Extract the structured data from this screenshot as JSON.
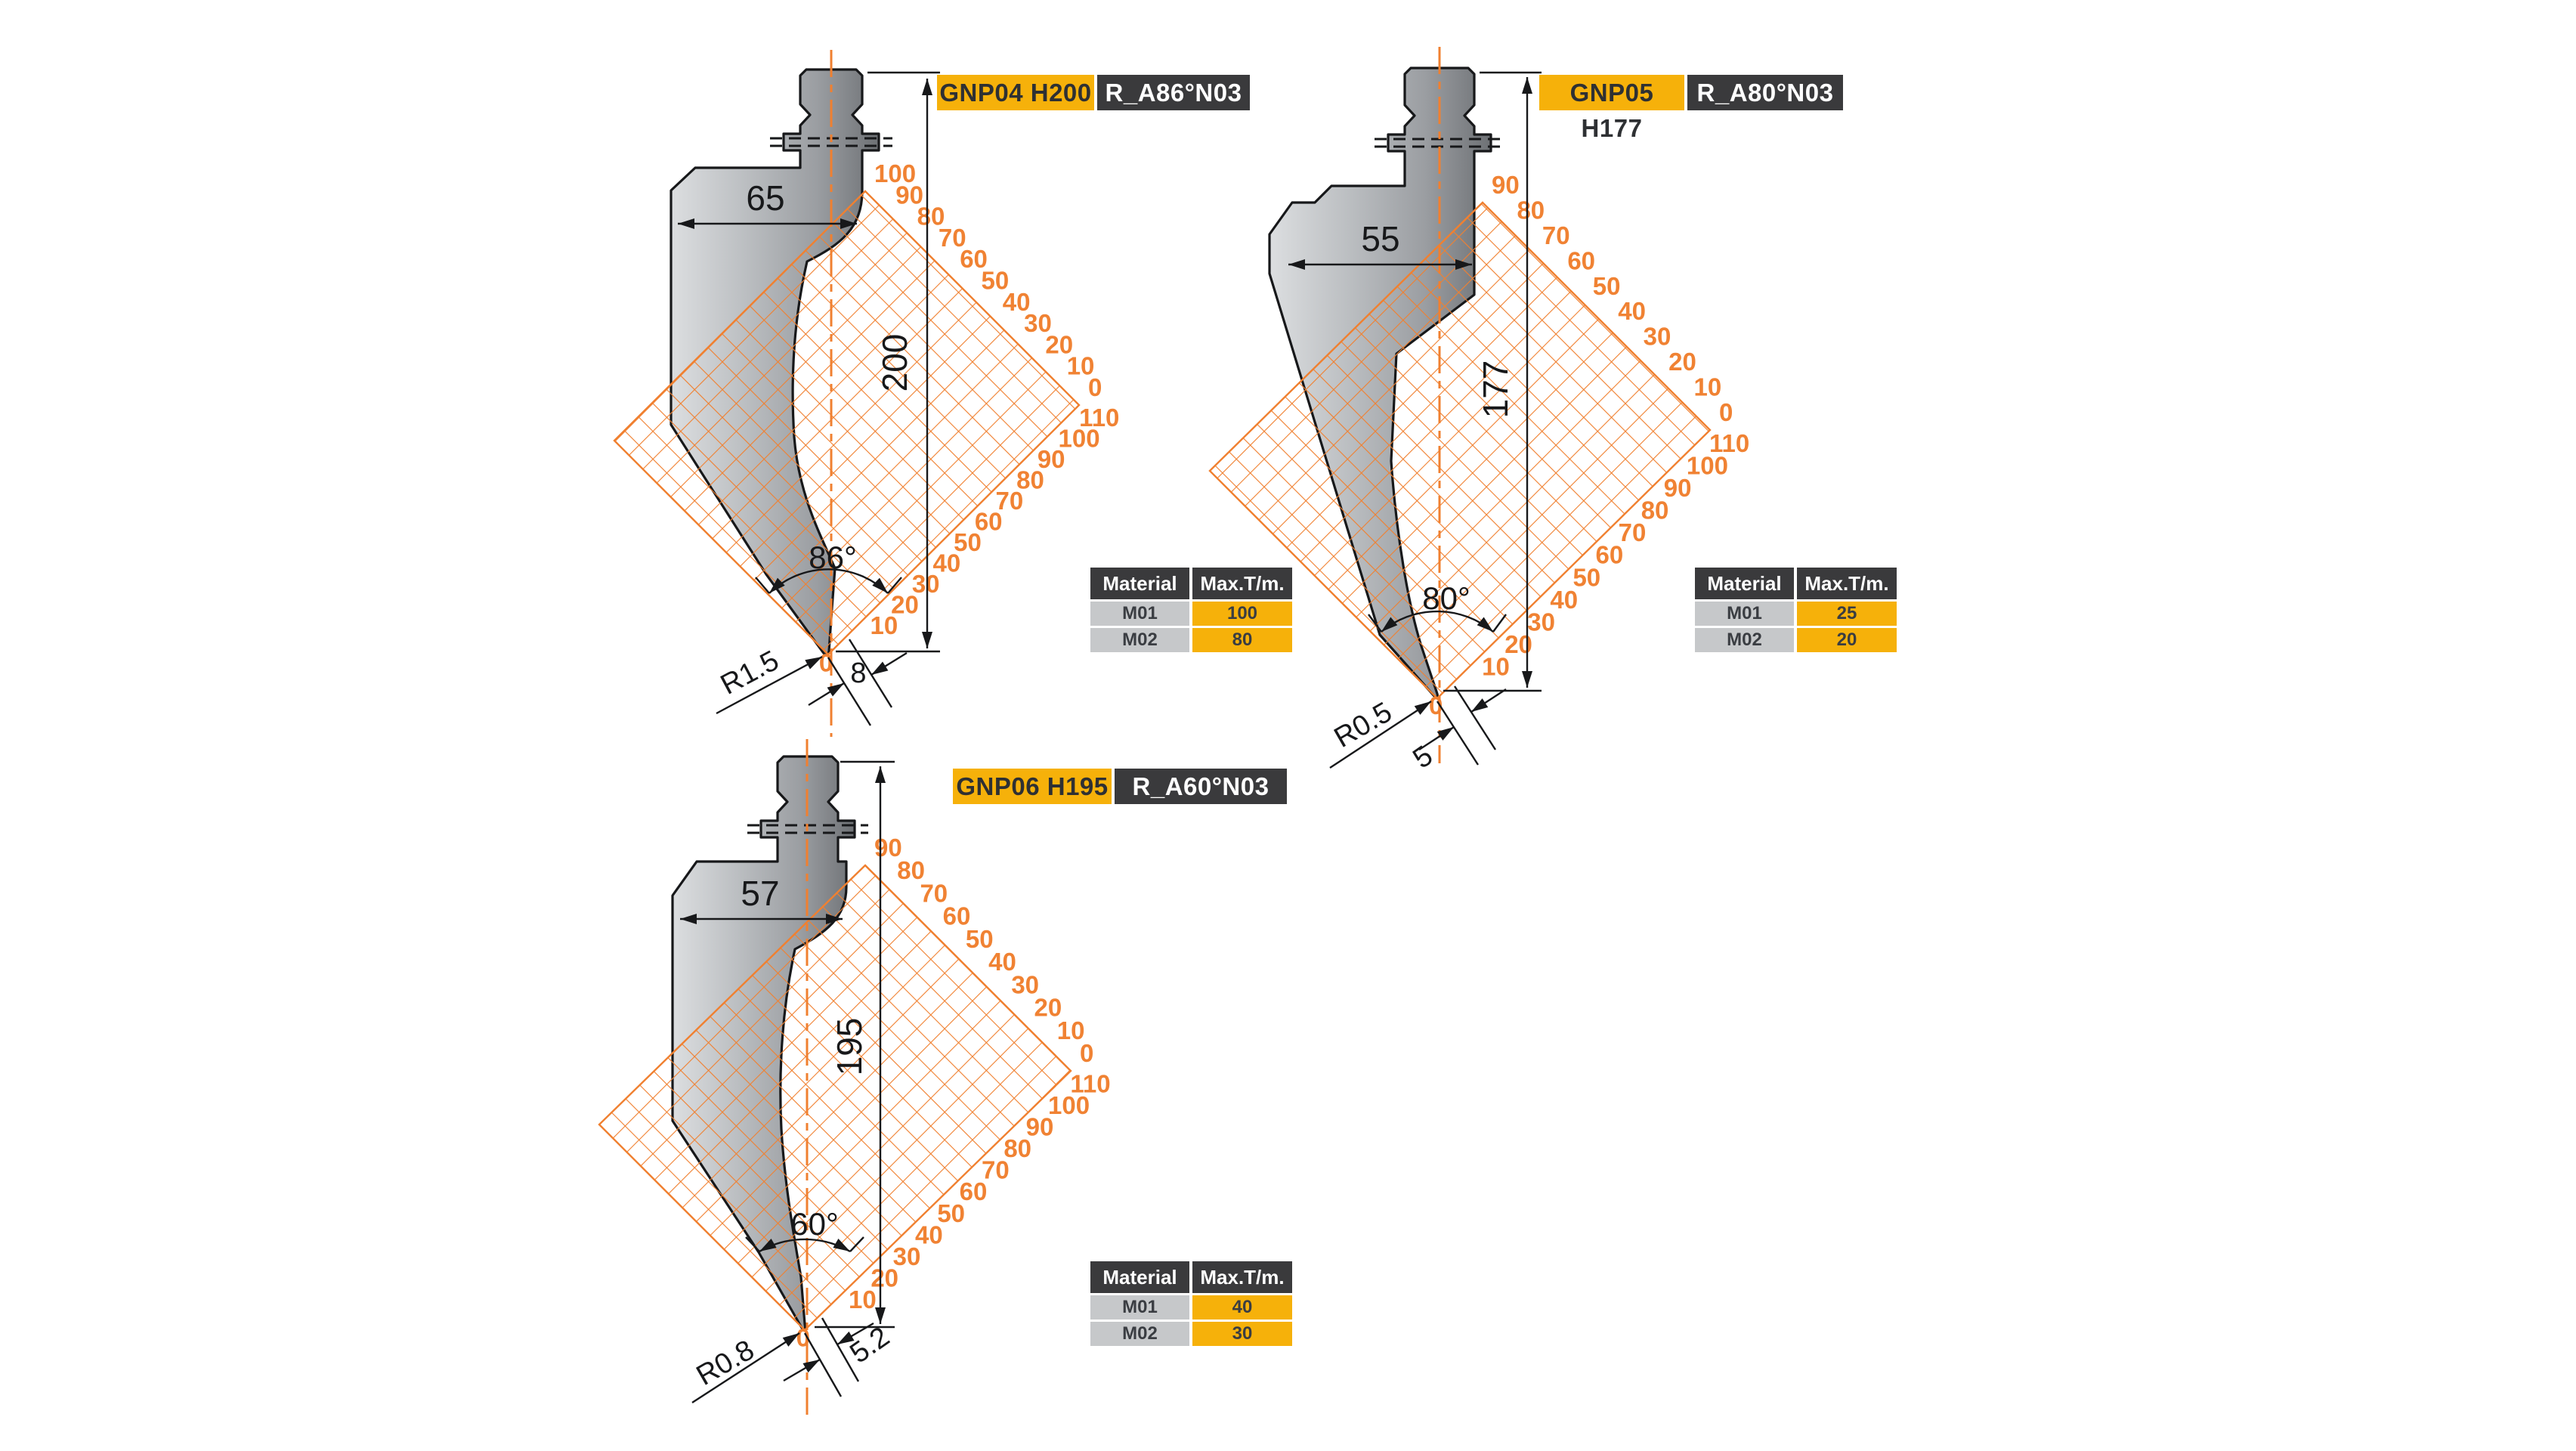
{
  "colors": {
    "accent_yellow": "#f6b10a",
    "dark_chip": "#3a3a3c",
    "hatch_orange": "#f08030",
    "fan_label_orange": "#f08233",
    "cell_gray": "#c6c8ca",
    "outline": "#17181a"
  },
  "diagrams": [
    {
      "model": "GNP04 H200",
      "code": "R_A86°N03",
      "width_label": "65",
      "height_label": "200",
      "angle_label": "86°",
      "radius_label": "R1.5",
      "tip_width_label": "8",
      "fan_upper": [
        "100",
        "90",
        "80",
        "70",
        "60",
        "50",
        "40",
        "30",
        "20",
        "10",
        "0"
      ],
      "fan_lower": [
        "110",
        "100",
        "90",
        "80",
        "70",
        "60",
        "50",
        "40",
        "30",
        "20",
        "10",
        "0"
      ],
      "table": {
        "headers": [
          "Material",
          "Max.T/m."
        ],
        "rows": [
          [
            "M01",
            "100"
          ],
          [
            "M02",
            "80"
          ]
        ]
      }
    },
    {
      "model": "GNP05 H177",
      "code": "R_A80°N03",
      "width_label": "55",
      "height_label": "177",
      "angle_label": "80°",
      "radius_label": "R0.5",
      "tip_width_label": "5",
      "fan_upper": [
        "90",
        "80",
        "70",
        "60",
        "50",
        "40",
        "30",
        "20",
        "10",
        "0"
      ],
      "fan_lower": [
        "110",
        "100",
        "90",
        "80",
        "70",
        "60",
        "50",
        "40",
        "30",
        "20",
        "10",
        "0"
      ],
      "table": {
        "headers": [
          "Material",
          "Max.T/m."
        ],
        "rows": [
          [
            "M01",
            "25"
          ],
          [
            "M02",
            "20"
          ]
        ]
      }
    },
    {
      "model": "GNP06 H195",
      "code": "R_A60°N03",
      "width_label": "57",
      "height_label": "195",
      "angle_label": "60°",
      "radius_label": "R0.8",
      "tip_width_label": "5.2",
      "fan_upper": [
        "90",
        "80",
        "70",
        "60",
        "50",
        "40",
        "30",
        "20",
        "10",
        "0"
      ],
      "fan_lower": [
        "110",
        "100",
        "90",
        "80",
        "70",
        "60",
        "50",
        "40",
        "30",
        "20",
        "10",
        "0"
      ],
      "table": {
        "headers": [
          "Material",
          "Max.T/m."
        ],
        "rows": [
          [
            "M01",
            "40"
          ],
          [
            "M02",
            "30"
          ]
        ]
      }
    }
  ]
}
